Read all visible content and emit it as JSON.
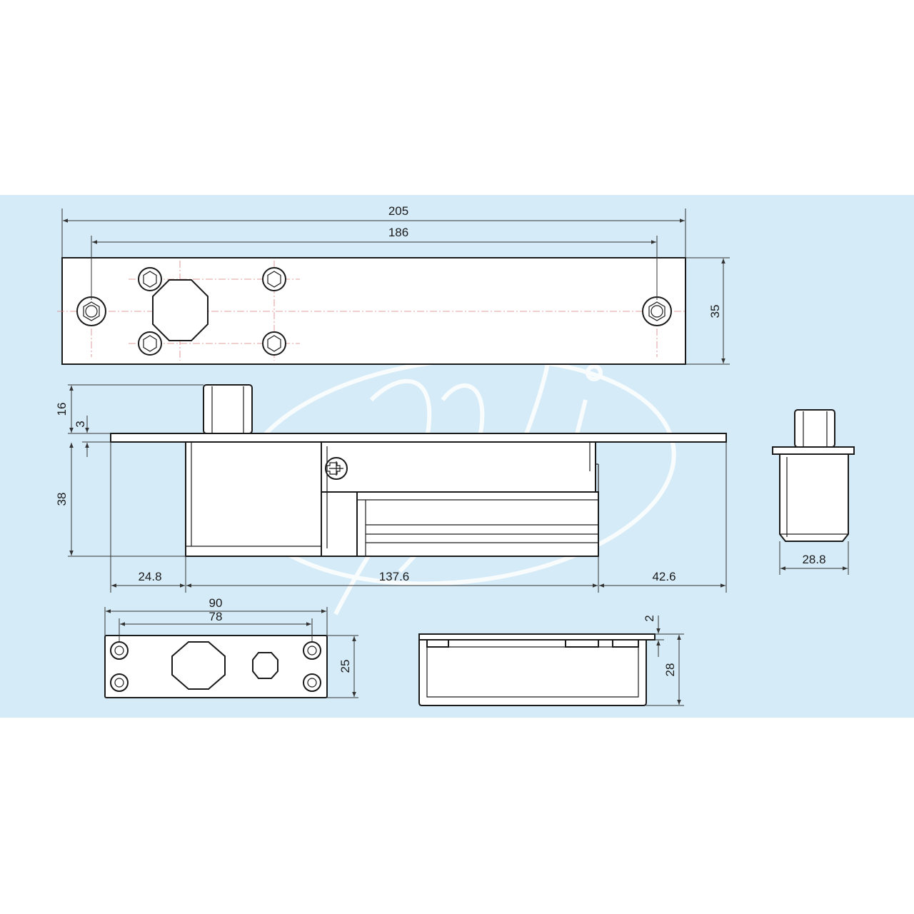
{
  "colors": {
    "panel": "#d6ebf8",
    "outline": "#1a1a1a",
    "centerline": "#d98080",
    "watermark": "#ffffff"
  },
  "dimensions": {
    "overall_length": "205",
    "hole_spacing": "186",
    "plate_width": "35",
    "bolt_height": "16",
    "plate_thickness": "3",
    "body_height": "38",
    "left_offset": "24.8",
    "body_length": "137.6",
    "right_offset": "42.6",
    "bolt_side_width": "28.8",
    "strike_length": "90",
    "strike_hole_spacing": "78",
    "strike_width": "25",
    "box_lip": "2",
    "box_depth": "28"
  }
}
